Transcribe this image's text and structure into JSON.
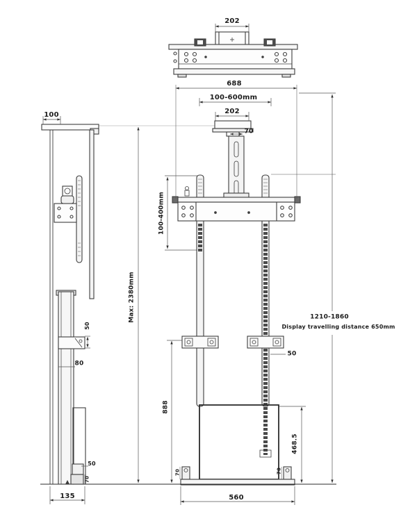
{
  "drawing": {
    "background": "#ffffff",
    "line_color": "#3c3c3c",
    "top_view": {
      "bracket_width": "202"
    },
    "front_view": {
      "overall_width": "688",
      "mount_width_range": "100-600mm",
      "bracket_width": "202",
      "pole_width": "70",
      "vesa_height_range": "100-400mm",
      "max_height": "Max: 2380mm",
      "height_range": "1210-1860",
      "travel_note": "Display travelling distance 650mm",
      "bracket_offset": "50",
      "lower_section_height": "888",
      "box_height": "468.5",
      "base_width": "560",
      "left_foot_height": "70",
      "right_foot_height": "70"
    },
    "side_view": {
      "arm_depth": "100",
      "bracket_height": "50",
      "column_depth": "80",
      "foot_upper_height": "50",
      "foot_lower_height": "70",
      "base_depth": "135"
    }
  }
}
